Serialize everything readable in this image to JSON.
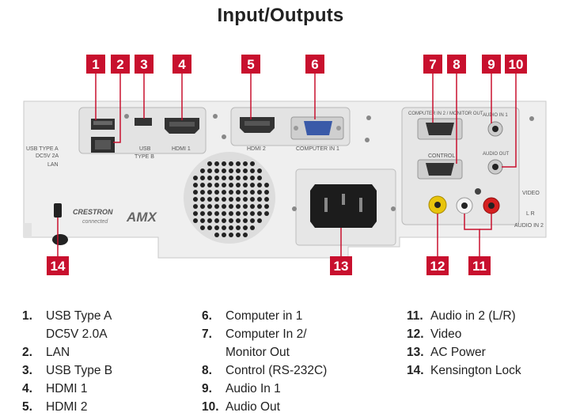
{
  "title": "Input/Outputs",
  "panel_labels": {
    "usb_side_1": "USB TYPE A",
    "usb_side_2": "DC5V 2A",
    "lan_side": "LAN",
    "usb_b_1": "USB",
    "usb_b_2": "TYPE B",
    "hdmi1": "HDMI 1",
    "hdmi2": "HDMI 2",
    "computer_in1": "COMPUTER IN 1",
    "computer_in2": "COMPUTER IN 2 / MONITOR OUT",
    "control": "CONTROL",
    "audio_in1": "AUDIO IN 1",
    "audio_out": "AUDIO OUT",
    "video": "VIDEO",
    "lr": "L  R",
    "audio_in2": "AUDIO IN 2",
    "crestron_1": "CRESTRON",
    "crestron_2": "connected",
    "amx": "AMX"
  },
  "callouts": [
    "1",
    "2",
    "3",
    "4",
    "5",
    "6",
    "7",
    "8",
    "9",
    "10",
    "11",
    "12",
    "13",
    "14"
  ],
  "legend": {
    "col1": [
      {
        "num": "1.",
        "text": "USB Type A"
      },
      {
        "num": "",
        "text": "DC5V 2.0A"
      },
      {
        "num": "2.",
        "text": "LAN"
      },
      {
        "num": "3.",
        "text": "USB Type B"
      },
      {
        "num": "4.",
        "text": "HDMI 1"
      },
      {
        "num": "5.",
        "text": "HDMI 2"
      }
    ],
    "col2": [
      {
        "num": "6.",
        "text": "Computer in 1"
      },
      {
        "num": "7.",
        "text": "Computer In 2/"
      },
      {
        "num": "",
        "text": "Monitor Out"
      },
      {
        "num": "8.",
        "text": "Control (RS-232C)"
      },
      {
        "num": "9.",
        "text": "Audio In 1"
      },
      {
        "num": "10.",
        "text": "Audio Out"
      }
    ],
    "col3": [
      {
        "num": "11.",
        "text": "Audio in 2 (L/R)"
      },
      {
        "num": "12.",
        "text": "Video"
      },
      {
        "num": "13.",
        "text": "AC Power"
      },
      {
        "num": "14.",
        "text": "Kensington Lock"
      }
    ]
  },
  "colors": {
    "callout_red": "#c8102e",
    "panel": "#eeeeee",
    "panel_dark": "#d9d9d9"
  }
}
